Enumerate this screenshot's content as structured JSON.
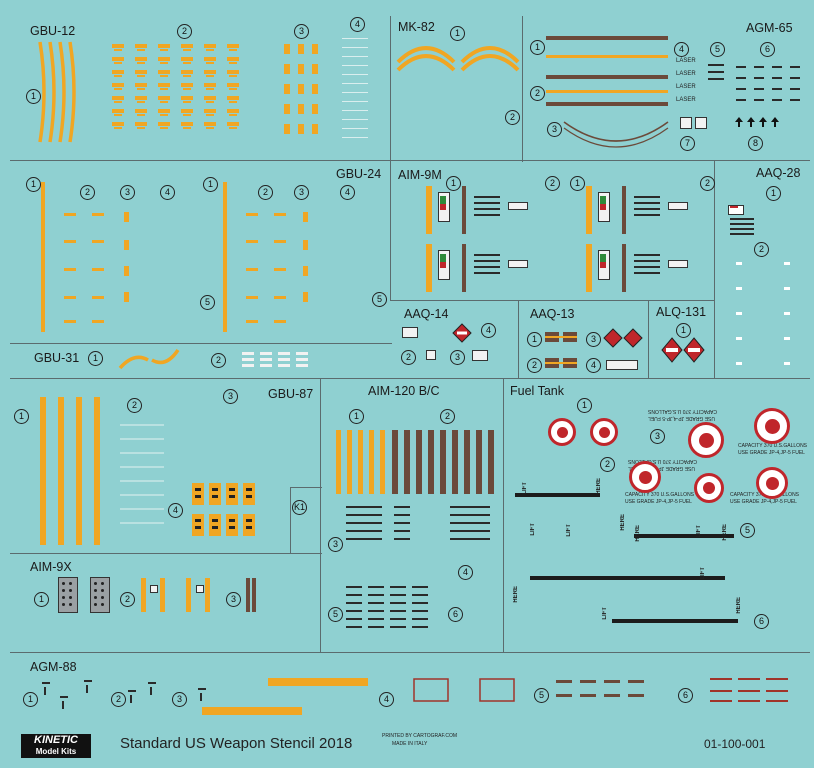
{
  "sections": {
    "gbu12": "GBU-12",
    "mk82": "MK-82",
    "agm65": "AGM-65",
    "gbu24": "GBU-24",
    "aim9m": "AIM-9M",
    "aaq28": "AAQ-28",
    "aaq14": "AAQ-14",
    "aaq13": "AAQ-13",
    "alq131": "ALQ-131",
    "gbu31": "GBU-31",
    "gbu87": "GBU-87",
    "aim120": "AIM-120 B/C",
    "fueltank": "Fuel Tank",
    "aim9x": "AIM-9X",
    "agm88": "AGM-88"
  },
  "labels": {
    "laser": "LASER",
    "k1": "K1",
    "lift": "LIFT",
    "here": "HERE",
    "capacity": "CAPACITY 370 U.S.GALLONS",
    "fuelgrade": "USE GRADE JP-4,JP-5 FUEL"
  },
  "footer": {
    "brand": "KINETIC",
    "brand_sub": "Model Kits",
    "title": "Standard US Weapon Stencil 2018",
    "printed": "PRINTED BY CARTOGRAF.COM",
    "made": "MADE IN ITALY",
    "code": "01-100-001"
  },
  "colors": {
    "background": "#8fd0d1",
    "orange": "#f0a623",
    "brown": "#6b4a3a",
    "red": "#c0262b"
  }
}
